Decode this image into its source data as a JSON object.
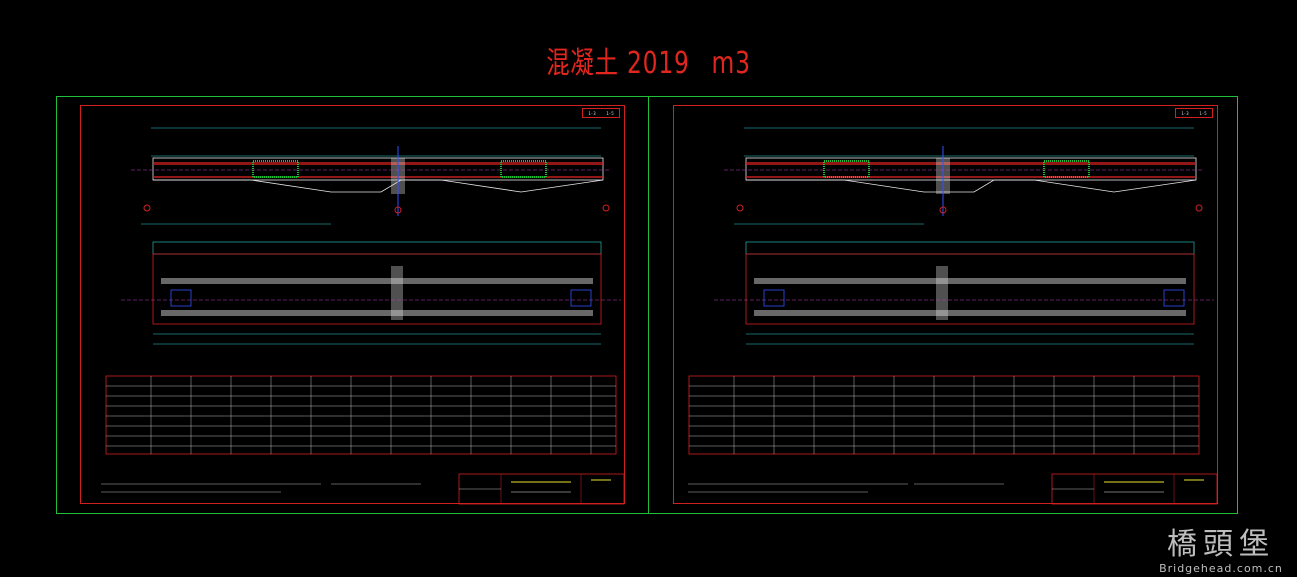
{
  "header": {
    "title_word": "混凝土",
    "title_value": "2019",
    "title_unit": "m3"
  },
  "sheets": [
    {
      "id": "left",
      "sheet_no": [
        "1-3",
        "1-5"
      ]
    },
    {
      "id": "right",
      "sheet_no": [
        "1-3",
        "1-5"
      ]
    }
  ],
  "watermark": {
    "cn": "橋頭堡",
    "en": "Bridgehead.com.cn"
  },
  "colors": {
    "background": "#000000",
    "frame_green": "#1fbf3a",
    "border_red": "#d12020",
    "title_red": "#e0261e",
    "drawing_cyan": "#2fd3d3",
    "drawing_yellow": "#e8e230",
    "drawing_white": "#e6e6e6",
    "drawing_magenta": "#c040c0",
    "drawing_blue": "#3050ff"
  }
}
